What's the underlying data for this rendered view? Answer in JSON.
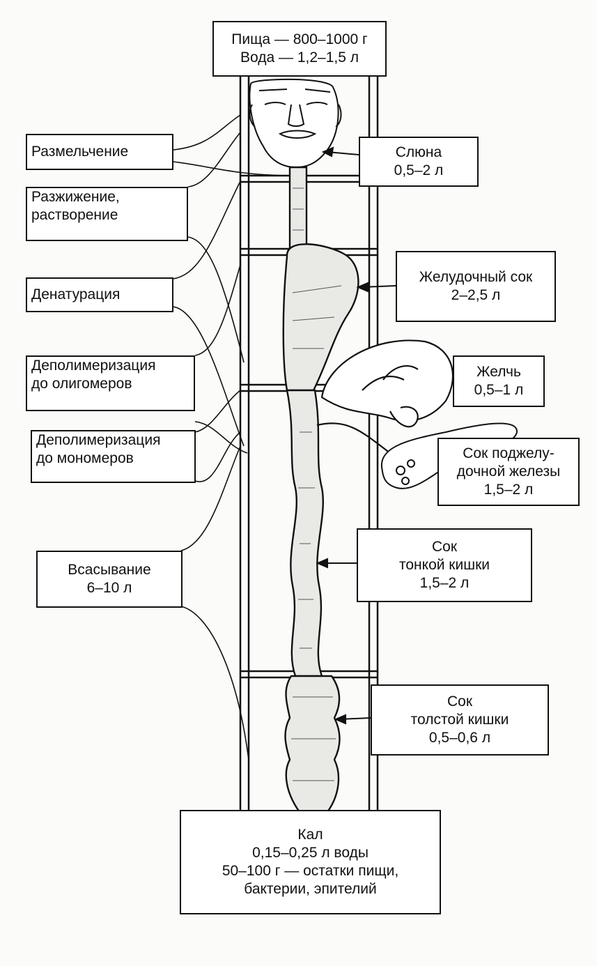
{
  "input": {
    "food": "Пища — 800–1000 г",
    "water": "Вода — 1,2–1,5 л"
  },
  "processes": {
    "grinding": "Размельчение",
    "liquefaction_1": "Разжижение,",
    "liquefaction_2": "растворение",
    "denaturation": "Денатурация",
    "depoly_oligo_1": "Деполимеризация",
    "depoly_oligo_2": "до олигомеров",
    "depoly_mono_1": "Деполимеризация",
    "depoly_mono_2": "до мономеров",
    "absorption_1": "Всасывание",
    "absorption_2": "6–10 л"
  },
  "secretions": {
    "saliva_1": "Слюна",
    "saliva_2": "0,5–2 л",
    "gastric_1": "Желудочный сок",
    "gastric_2": "2–2,5 л",
    "bile_1": "Желчь",
    "bile_2": "0,5–1 л",
    "pancreatic_1": "Сок поджелу-",
    "pancreatic_2": "дочной железы",
    "pancreatic_3": "1,5–2 л",
    "small_int_1": "Сок",
    "small_int_2": "тонкой кишки",
    "small_int_3": "1,5–2 л",
    "large_int_1": "Сок",
    "large_int_2": "толстой кишки",
    "large_int_3": "0,5–0,6 л"
  },
  "output": {
    "line1": "Кал",
    "line2": "0,15–0,25 л воды",
    "line3": "50–100 г — остатки пищи,",
    "line4": "бактерии, эпителий"
  },
  "colors": {
    "ink": "#111111",
    "paper": "#fbfbf9",
    "organ": "#e9e9e6"
  }
}
